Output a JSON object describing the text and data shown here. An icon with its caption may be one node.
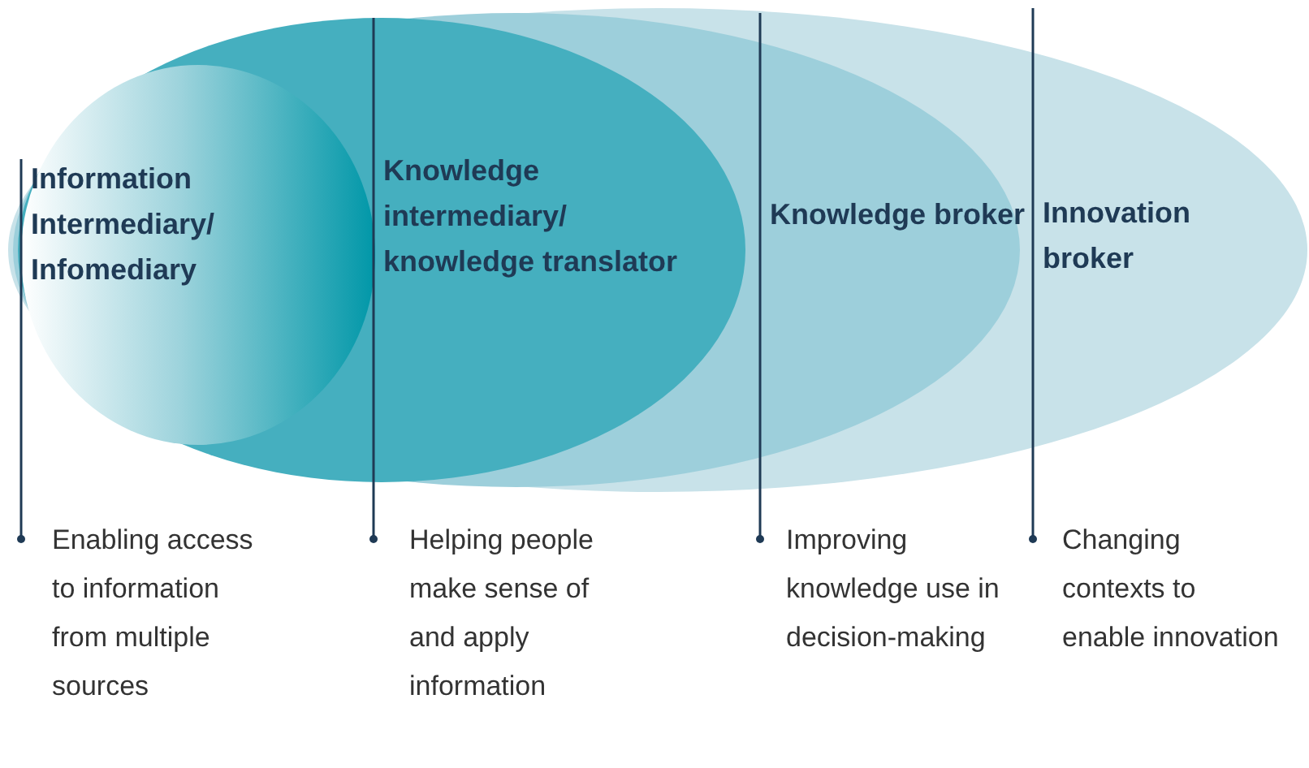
{
  "diagram": {
    "nodes": [
      {
        "text": [
          "Innovation broker"
        ]
      },
      {
        "text": [
          "Knowledge broker"
        ],
        "in": 0
      },
      {
        "text": [
          "Knowledge intermediary/ knowledge translator"
        ],
        "in": 1
      },
      {
        "text": [
          "Information Intermediary/ Infomediary"
        ],
        "in": 2
      },
      {
        "text": [
          "Enabling access to information from multiple sources"
        ]
      },
      {
        "text": [
          "Helping people make sense of and apply information"
        ]
      },
      {
        "text": [
          "Improving knowledge use in decision-making"
        ]
      },
      {
        "text": [
          "Changing contexts to enable innovation"
        ]
      }
    ],
    "edges": [
      {
        "from": 3,
        "to": 4,
        "arrow": "other"
      },
      {
        "from": 2,
        "to": 5,
        "arrow": "other"
      },
      {
        "from": 1,
        "to": 6,
        "arrow": "other"
      },
      {
        "from": 0,
        "to": 7,
        "arrow": "other"
      }
    ]
  }
}
